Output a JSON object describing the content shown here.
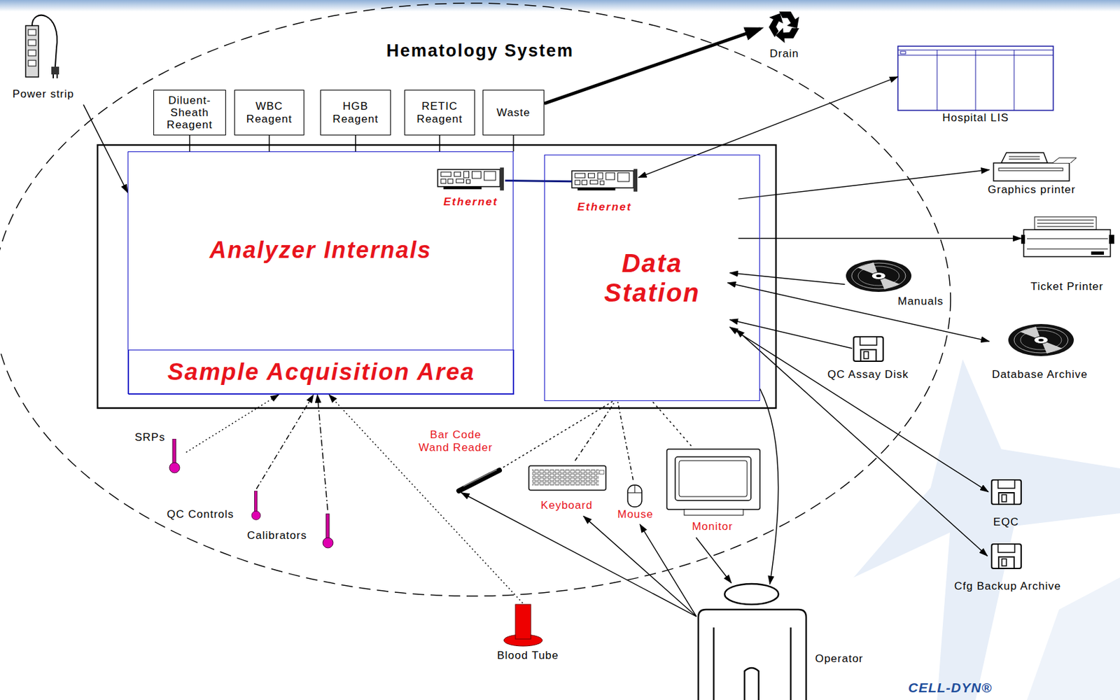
{
  "diagram": {
    "title": "Hematology System",
    "nodes": [
      {
        "text": [
          "Power strip"
        ]
      },
      {
        "text": [
          "Diluent-Sheath Reagent"
        ]
      },
      {
        "text": [
          "WBC Reagent"
        ]
      },
      {
        "text": [
          "HGB Reagent"
        ]
      },
      {
        "text": [
          "RETIC Reagent"
        ]
      },
      {
        "text": [
          "Waste"
        ]
      },
      {
        "text": [
          "Drain"
        ]
      },
      {
        "text": [
          "Hospital LIS"
        ]
      },
      {
        "text": [
          "Analyzer Internals"
        ]
      },
      {
        "text": [
          "Sample Acquisition Area"
        ],
        "in": 8
      },
      {
        "text": [
          "Ethernet"
        ],
        "in": 8
      },
      {
        "text": [
          "Data Station"
        ]
      },
      {
        "text": [
          "Ethernet"
        ],
        "in": 11
      },
      {
        "text": [
          "Graphics printer"
        ]
      },
      {
        "text": [
          "Ticket Printer"
        ]
      },
      {
        "text": [
          "Manuals"
        ]
      },
      {
        "text": [
          "Database Archive"
        ]
      },
      {
        "text": [
          "QC Assay Disk"
        ]
      },
      {
        "text": [
          "EQC"
        ]
      },
      {
        "text": [
          "Cfg Backup Archive"
        ]
      },
      {
        "text": [
          "SRPs"
        ]
      },
      {
        "text": [
          "QC Controls"
        ]
      },
      {
        "text": [
          "Calibrators"
        ]
      },
      {
        "text": [
          "Bar Code Wand Reader"
        ]
      },
      {
        "text": [
          "Keyboard"
        ]
      },
      {
        "text": [
          "Mouse"
        ]
      },
      {
        "text": [
          "Monitor"
        ]
      },
      {
        "text": [
          "Blood Tube"
        ]
      },
      {
        "text": [
          "Operator"
        ]
      }
    ],
    "edges": [
      {
        "from": 0,
        "to": 8,
        "arrow": "to"
      },
      {
        "from": 1,
        "to": 8,
        "arrow": "none"
      },
      {
        "from": 2,
        "to": 8,
        "arrow": "none"
      },
      {
        "from": 3,
        "to": 8,
        "arrow": "none"
      },
      {
        "from": 4,
        "to": 8,
        "arrow": "none"
      },
      {
        "from": 5,
        "to": 8,
        "arrow": "none"
      },
      {
        "from": 5,
        "to": 6,
        "arrow": "to"
      },
      {
        "from": 10,
        "to": 12,
        "arrow": "none"
      },
      {
        "from": 12,
        "to": 7,
        "arrow": "both"
      },
      {
        "from": 11,
        "to": 13,
        "arrow": "to"
      },
      {
        "from": 11,
        "to": 14,
        "arrow": "to"
      },
      {
        "from": 15,
        "to": 11,
        "arrow": "to"
      },
      {
        "from": 11,
        "to": 16,
        "arrow": "both"
      },
      {
        "from": 17,
        "to": 11,
        "arrow": "to"
      },
      {
        "from": 11,
        "to": 18,
        "arrow": "both"
      },
      {
        "from": 11,
        "to": 19,
        "arrow": "both"
      },
      {
        "from": 11,
        "to": 28,
        "arrow": "to"
      },
      {
        "from": 20,
        "to": 9,
        "arrow": "to"
      },
      {
        "from": 21,
        "to": 9,
        "arrow": "to"
      },
      {
        "from": 22,
        "to": 9,
        "arrow": "to"
      },
      {
        "from": 27,
        "to": 9,
        "arrow": "to"
      },
      {
        "from": 23,
        "to": 11,
        "arrow": "none"
      },
      {
        "from": 24,
        "to": 11,
        "arrow": "none"
      },
      {
        "from": 25,
        "to": 11,
        "arrow": "none"
      },
      {
        "from": 26,
        "to": 11,
        "arrow": "none"
      },
      {
        "from": 28,
        "to": 23,
        "arrow": "to"
      },
      {
        "from": 28,
        "to": 24,
        "arrow": "to"
      },
      {
        "from": 28,
        "to": 25,
        "arrow": "to"
      },
      {
        "from": 26,
        "to": 28,
        "arrow": "to"
      }
    ],
    "labels": [
      "CELL-DYN®"
    ]
  }
}
